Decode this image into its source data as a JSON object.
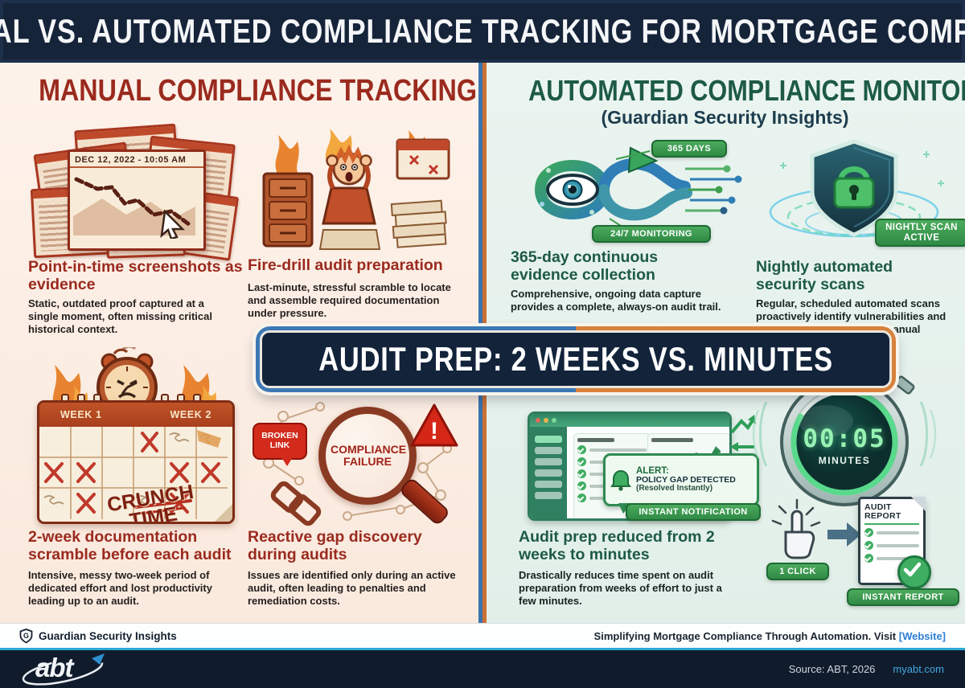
{
  "header": {
    "title": "MANUAL VS. AUTOMATED COMPLIANCE TRACKING FOR MORTGAGE COMPANIES"
  },
  "left": {
    "heading": "MANUAL COMPLIANCE TRACKING",
    "items": [
      {
        "title": "Point-in-time screenshots as evidence",
        "body": "Static, outdated proof captured at a single moment, often missing critical historical context."
      },
      {
        "title": "Fire-drill audit preparation",
        "body": "Last-minute, stressful scramble to locate and assemble required documentation under pressure."
      },
      {
        "title": "2-week documentation scramble before each audit",
        "body": "Intensive, messy two-week period of dedicated effort and lost productivity leading up to an audit."
      },
      {
        "title": "Reactive gap discovery during audits",
        "body": "Issues are identified only during an active audit, often leading to penalties and remediation costs."
      }
    ],
    "illos": {
      "windows": {
        "timestamp": "DEC 12, 2022 - 10:05 AM"
      },
      "calendar": {
        "week1": "WEEK 1",
        "week2": "WEEK 2",
        "crunch": "CRUNCH TIME"
      },
      "magnifier": {
        "label": "COMPLIANCE FAILURE",
        "badge": "BROKEN LINK",
        "warn": "!"
      }
    }
  },
  "right": {
    "heading": "AUTOMATED COMPLIANCE MONITORING",
    "subheading": "(Guardian Security Insights)",
    "items": [
      {
        "title": "365-day continuous evidence collection",
        "body": "Comprehensive, ongoing data capture provides a complete, always-on audit trail."
      },
      {
        "title": "Nightly automated security scans",
        "body": "Regular, scheduled automated scans proactively identify vulnerabilities and compliance gaps without manual intervention."
      },
      {
        "title": "Audit prep reduced from 2 weeks to minutes",
        "body": "Drastically reduces time spent on audit preparation from weeks of effort to just a few minutes."
      }
    ],
    "illos": {
      "loop": {
        "badge_top": "365 DAYS",
        "badge_bottom": "24/7 MONITORING"
      },
      "shield": {
        "badge": "NIGHTLY SCAN ACTIVE"
      },
      "dashboard": {
        "alert_heading": "ALERT:",
        "alert_detail": "POLICY GAP DETECTED",
        "alert_note": "(Resolved Instantly)",
        "badge": "INSTANT NOTIFICATION"
      },
      "stopwatch": {
        "time": "00:05",
        "unit": "MINUTES",
        "click_badge": "1 CLICK",
        "doc_title": "AUDIT REPORT",
        "report_badge": "INSTANT REPORT"
      }
    }
  },
  "banner": {
    "text": "AUDIT PREP: 2 WEEKS VS. MINUTES"
  },
  "footer": {
    "brand": "Guardian Security Insights",
    "shield_letter": "G",
    "tagline": "Simplifying Mortgage Compliance Through Automation. Visit ",
    "tagline_link": "[Website]"
  },
  "bottombar": {
    "logo": "abt",
    "source": "Source: ABT, 2026",
    "link": "myabt.com"
  },
  "colors": {
    "header_navy": "#16243a",
    "left_accent": "#9b2a1e",
    "right_accent": "#1d5a47",
    "badge_green": "#3e9e4e",
    "divider_blue": "#3a74ae",
    "divider_orange": "#cb7034",
    "link_blue": "#2b7fd4",
    "cyan_line": "#2baad6"
  }
}
